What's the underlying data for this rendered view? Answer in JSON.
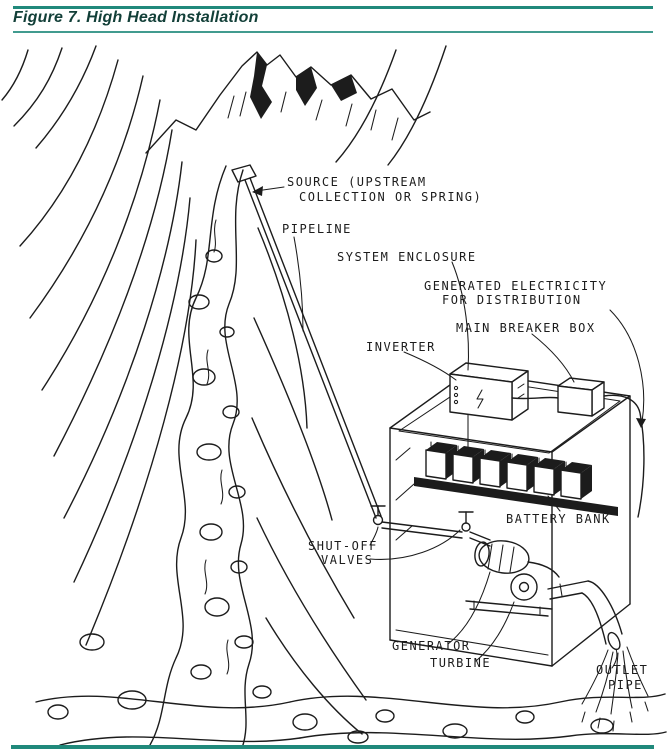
{
  "figure": {
    "title": "Figure 7. High Head Installation"
  },
  "labels": {
    "source": [
      "SOURCE (UPSTREAM",
      "COLLECTION OR SPRING)"
    ],
    "pipeline": "PIPELINE",
    "system_enclosure": "SYSTEM ENCLOSURE",
    "generated_electricity": [
      "GENERATED ELECTRICITY",
      "FOR DISTRIBUTION"
    ],
    "main_breaker_box": "MAIN BREAKER BOX",
    "inverter": "INVERTER",
    "battery_bank": "BATTERY BANK",
    "shut_off_valves": [
      "SHUT-OFF",
      "VALVES"
    ],
    "generator": "GENERATOR",
    "turbine": "TURBINE",
    "outlet_pipe": [
      "OUTLET",
      "PIPE"
    ]
  },
  "colors": {
    "rule": "#20897B",
    "title": "#123F38",
    "ink": "#1c1c1c",
    "background": "#ffffff"
  }
}
